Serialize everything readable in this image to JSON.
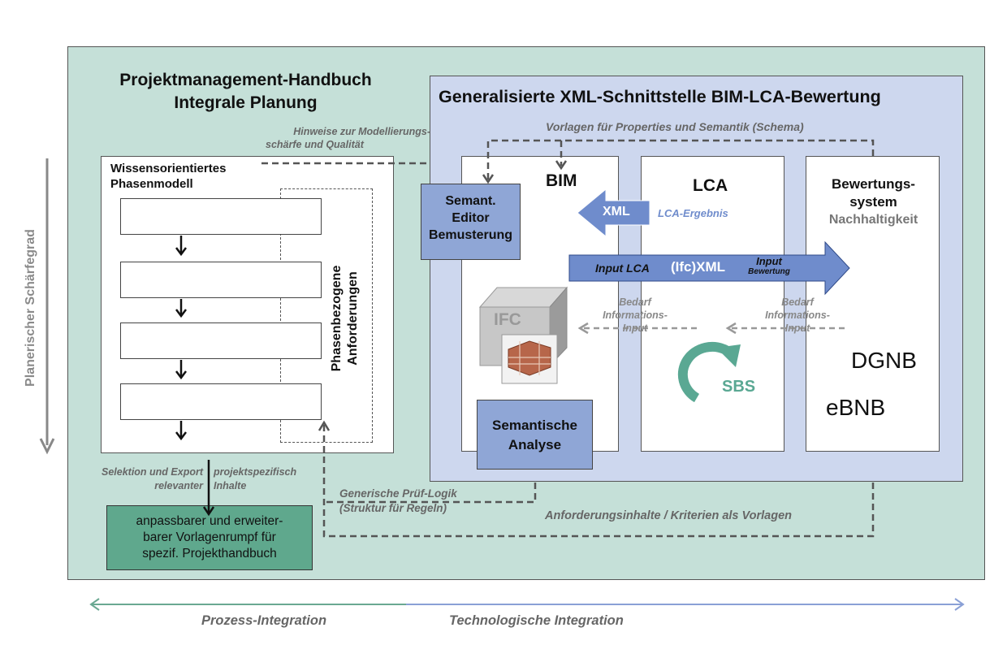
{
  "left_panel": {
    "title_line1": "Projektmanagement-Handbuch",
    "title_line2": "Integrale Planung",
    "phase_model_line1": "Wissensorientiertes",
    "phase_model_line2": "Phasenmodell",
    "requirements_line1": "Phasenbezogene",
    "requirements_line2": "Anforderungen",
    "hint_line1": "Hinweise zur Modellierungs-",
    "hint_line2": "schärfe und Qualität",
    "selection_line1": "Selektion und Export",
    "selection_line2": "relevanter",
    "project_line1": "projektspezifisch",
    "project_line2": "Inhalte",
    "template_line1": "anpassbarer und erweiter-",
    "template_line2": "barer Vorlagenrumpf für",
    "template_line3": "spezif. Projekthandbuch"
  },
  "right_panel": {
    "title": "Generalisierte XML-Schnittstelle BIM-LCA-Bewertung",
    "templates_label": "Vorlagen für Properties und Semantik (Schema)",
    "bim_label": "BIM",
    "lca_label": "LCA",
    "rating_line1": "Bewertungs-",
    "rating_line2": "system",
    "sustainability": "Nachhaltigkeit",
    "editor_line1": "Semant.",
    "editor_line2": "Editor",
    "editor_line3": "Bemusterung",
    "xml_label": "XML",
    "lca_result": "LCA-Ergebnis",
    "input_lca": "Input LCA",
    "ifc_xml": "(Ifc)XML",
    "input_line1": "Input",
    "input_line2": "Bewertung",
    "need1_line1": "Bedarf",
    "need1_line2": "Informations-",
    "need1_line3": "Input",
    "need2_line1": "Bedarf",
    "need2_line2": "Informations-",
    "need2_line3": "Input",
    "ifc_label": "IFC",
    "sbs_label": "SBS",
    "dgnb": "DGNB",
    "ebnb": "eBNB",
    "analysis_line1": "Semantische",
    "analysis_line2": "Analyse"
  },
  "bottom": {
    "check_line1": "Generische Prüf-Logik",
    "check_line2": "(Struktur für Regeln)",
    "requirements_templates": "Anforderungsinhalte / Kriterien als Vorlagen",
    "process_integration": "Prozess-Integration",
    "technology_integration": "Technologische Integration"
  },
  "side": {
    "vertical_label": "Planerischer Schärfegrad"
  },
  "colors": {
    "outer_bg": "#c5e0d8",
    "inner_bg": "#cdd7ee",
    "blue_box": "#8fa6d6",
    "arrow_blue": "#6f8ccc",
    "template_green": "#5fa88d",
    "sbs_green": "#5aa893"
  }
}
